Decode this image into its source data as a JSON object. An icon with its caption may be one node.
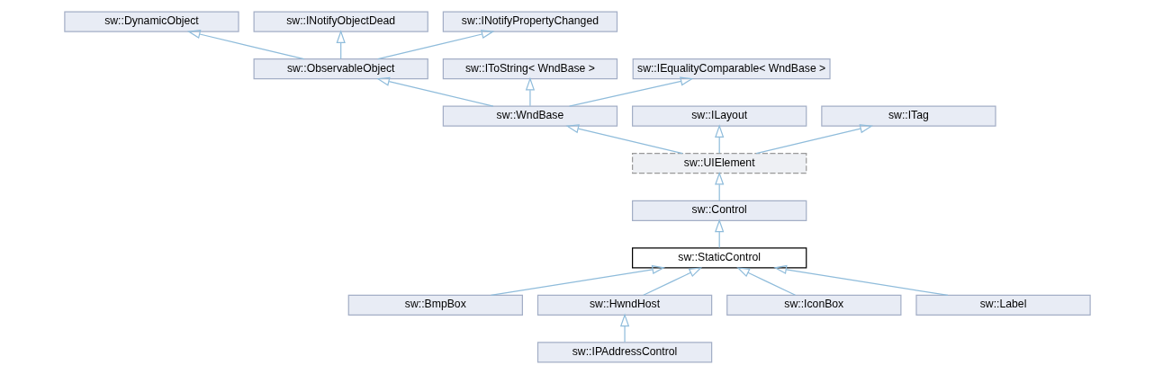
{
  "diagram": {
    "nodes": [
      {
        "text": [
          "sw::DynamicObject"
        ]
      },
      {
        "text": [
          "sw::INotifyObjectDead"
        ]
      },
      {
        "text": [
          "sw::INotifyPropertyChanged"
        ]
      },
      {
        "text": [
          "sw::ObservableObject"
        ]
      },
      {
        "text": [
          "sw::IToString< WndBase >"
        ]
      },
      {
        "text": [
          "sw::IEqualityComparable< WndBase >"
        ]
      },
      {
        "text": [
          "sw::WndBase"
        ]
      },
      {
        "text": [
          "sw::ILayout"
        ]
      },
      {
        "text": [
          "sw::ITag"
        ]
      },
      {
        "text": [
          "sw::UIElement"
        ]
      },
      {
        "text": [
          "sw::Control"
        ]
      },
      {
        "text": [
          "sw::StaticControl"
        ]
      },
      {
        "text": [
          "sw::BmpBox"
        ]
      },
      {
        "text": [
          "sw::HwndHost"
        ]
      },
      {
        "text": [
          "sw::IconBox"
        ]
      },
      {
        "text": [
          "sw::Label"
        ]
      },
      {
        "text": [
          "sw::IPAddressControl"
        ]
      }
    ],
    "edges": [
      {
        "from": 3,
        "to": 0,
        "arrow": "to"
      },
      {
        "from": 3,
        "to": 1,
        "arrow": "to"
      },
      {
        "from": 3,
        "to": 2,
        "arrow": "to"
      },
      {
        "from": 6,
        "to": 3,
        "arrow": "to"
      },
      {
        "from": 6,
        "to": 4,
        "arrow": "to"
      },
      {
        "from": 6,
        "to": 5,
        "arrow": "to"
      },
      {
        "from": 9,
        "to": 6,
        "arrow": "to"
      },
      {
        "from": 9,
        "to": 7,
        "arrow": "to"
      },
      {
        "from": 9,
        "to": 8,
        "arrow": "to"
      },
      {
        "from": 10,
        "to": 9,
        "arrow": "to"
      },
      {
        "from": 11,
        "to": 10,
        "arrow": "to"
      },
      {
        "from": 12,
        "to": 11,
        "arrow": "to"
      },
      {
        "from": 13,
        "to": 11,
        "arrow": "to"
      },
      {
        "from": 14,
        "to": 11,
        "arrow": "to"
      },
      {
        "from": 15,
        "to": 11,
        "arrow": "to"
      },
      {
        "from": 16,
        "to": 13,
        "arrow": "to"
      }
    ]
  }
}
